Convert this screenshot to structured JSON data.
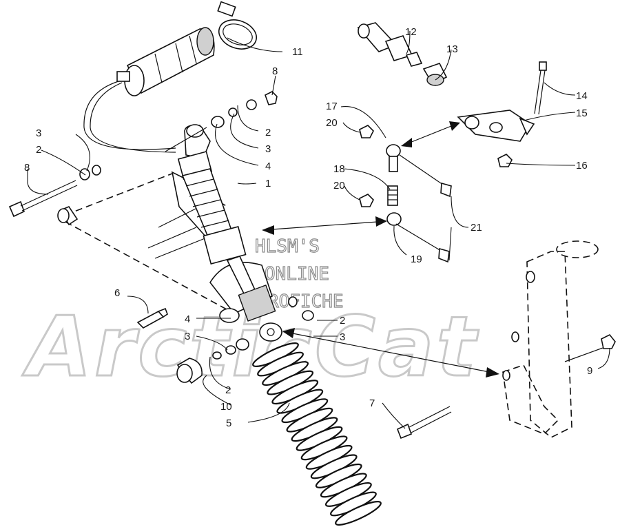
{
  "watermark": {
    "brand": "ArcticCat",
    "line1": "HLSM'S",
    "line2": "ONLINE",
    "line3": "MICROFICHE"
  },
  "callouts": [
    {
      "id": "c1",
      "text": "1"
    },
    {
      "id": "c2a",
      "text": "2"
    },
    {
      "id": "c2b",
      "text": "2"
    },
    {
      "id": "c2c",
      "text": "2"
    },
    {
      "id": "c2d",
      "text": "2"
    },
    {
      "id": "c3a",
      "text": "3"
    },
    {
      "id": "c3b",
      "text": "3"
    },
    {
      "id": "c3c",
      "text": "3"
    },
    {
      "id": "c3d",
      "text": "3"
    },
    {
      "id": "c4a",
      "text": "4"
    },
    {
      "id": "c4b",
      "text": "4"
    },
    {
      "id": "c5",
      "text": "5"
    },
    {
      "id": "c6",
      "text": "6"
    },
    {
      "id": "c7",
      "text": "7"
    },
    {
      "id": "c8a",
      "text": "8"
    },
    {
      "id": "c8b",
      "text": "8"
    },
    {
      "id": "c9",
      "text": "9"
    },
    {
      "id": "c10",
      "text": "10"
    },
    {
      "id": "c11",
      "text": "11"
    },
    {
      "id": "c12",
      "text": "12"
    },
    {
      "id": "c13",
      "text": "13"
    },
    {
      "id": "c14",
      "text": "14"
    },
    {
      "id": "c15",
      "text": "15"
    },
    {
      "id": "c16",
      "text": "16"
    },
    {
      "id": "c17",
      "text": "17"
    },
    {
      "id": "c18",
      "text": "18"
    },
    {
      "id": "c19",
      "text": "19"
    },
    {
      "id": "c20a",
      "text": "20"
    },
    {
      "id": "c20b",
      "text": "20"
    },
    {
      "id": "c21",
      "text": "21"
    }
  ]
}
